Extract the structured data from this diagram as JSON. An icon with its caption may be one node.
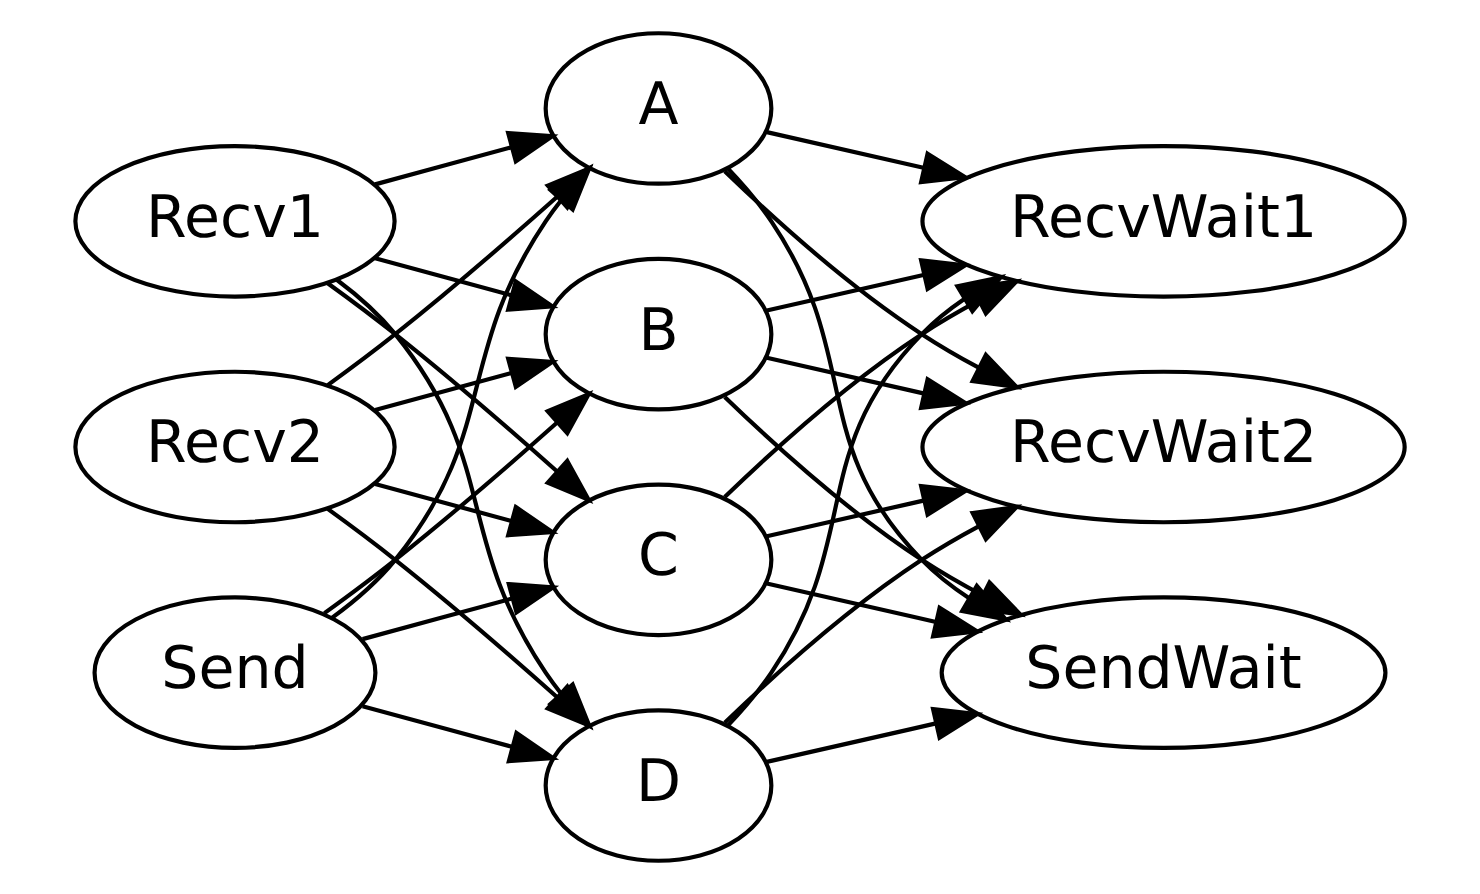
{
  "diagram": {
    "nodes": [
      {
        "text": [
          "Recv1"
        ]
      },
      {
        "text": [
          "Recv2"
        ]
      },
      {
        "text": [
          "Send"
        ]
      },
      {
        "text": [
          "C"
        ]
      },
      {
        "text": [
          "D"
        ]
      },
      {
        "text": [
          "A"
        ]
      },
      {
        "text": [
          "B"
        ]
      },
      {
        "text": [
          "RecvWait1"
        ]
      },
      {
        "text": [
          "RecvWait2"
        ]
      },
      {
        "text": [
          "SendWait"
        ]
      }
    ],
    "edges": [
      {
        "from": 0,
        "to": 3,
        "arrow": "to"
      },
      {
        "from": 0,
        "to": 4,
        "arrow": "to"
      },
      {
        "from": 0,
        "to": 5,
        "arrow": "to"
      },
      {
        "from": 0,
        "to": 6,
        "arrow": "to"
      },
      {
        "from": 1,
        "to": 3,
        "arrow": "to"
      },
      {
        "from": 1,
        "to": 4,
        "arrow": "to"
      },
      {
        "from": 1,
        "to": 5,
        "arrow": "to"
      },
      {
        "from": 1,
        "to": 6,
        "arrow": "to"
      },
      {
        "from": 2,
        "to": 3,
        "arrow": "to"
      },
      {
        "from": 2,
        "to": 4,
        "arrow": "to"
      },
      {
        "from": 2,
        "to": 5,
        "arrow": "to"
      },
      {
        "from": 2,
        "to": 6,
        "arrow": "to"
      },
      {
        "from": 3,
        "to": 7,
        "arrow": "to"
      },
      {
        "from": 3,
        "to": 8,
        "arrow": "to"
      },
      {
        "from": 3,
        "to": 9,
        "arrow": "to"
      },
      {
        "from": 4,
        "to": 7,
        "arrow": "to"
      },
      {
        "from": 4,
        "to": 8,
        "arrow": "to"
      },
      {
        "from": 4,
        "to": 9,
        "arrow": "to"
      },
      {
        "from": 5,
        "to": 7,
        "arrow": "to"
      },
      {
        "from": 5,
        "to": 8,
        "arrow": "to"
      },
      {
        "from": 5,
        "to": 9,
        "arrow": "to"
      },
      {
        "from": 6,
        "to": 7,
        "arrow": "to"
      },
      {
        "from": 6,
        "to": 8,
        "arrow": "to"
      },
      {
        "from": 6,
        "to": 9,
        "arrow": "to"
      }
    ]
  }
}
